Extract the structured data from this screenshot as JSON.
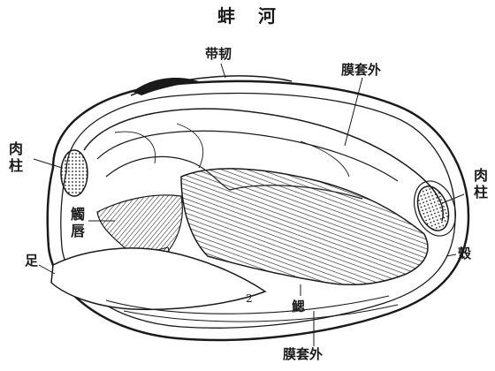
{
  "figure": {
    "title": "蚌河",
    "labels": {
      "hinge": "带韧",
      "mantle_top": "膜套外",
      "mantle_bottom": "膜套外",
      "adductor_left": "肉柱",
      "adductor_right": "肉柱",
      "palp": "觸唇",
      "foot": "足",
      "gill": "鰓",
      "shell": "殼",
      "mark": "2"
    },
    "colors": {
      "ink": "#1a1a1a",
      "paper": "#ffffff"
    }
  }
}
